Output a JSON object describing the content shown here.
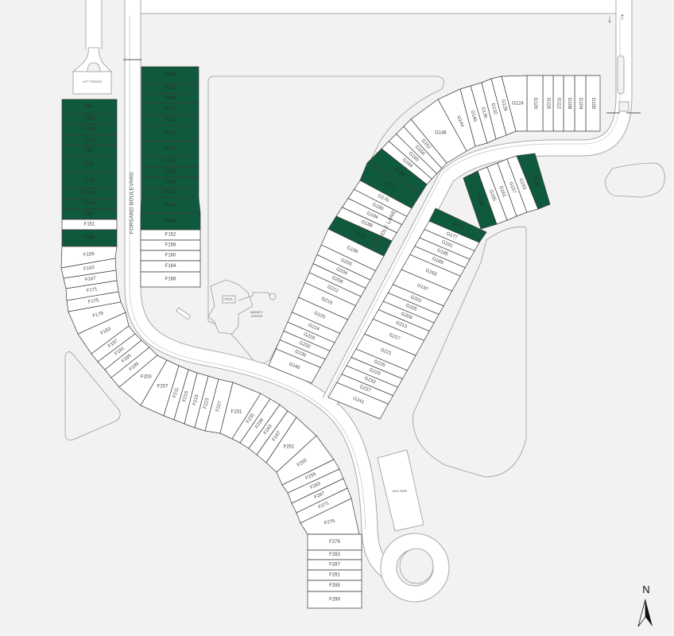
{
  "colors": {
    "sold": "#0f5a3c",
    "available": "#ffffff",
    "background": "#f2f2f2",
    "road": "#ffffff"
  },
  "labels": {
    "forsand": "FORSAND BOULEVARD",
    "girasole": "GIRASOLE LANE",
    "lift_station": "LIFT STATION",
    "amenity_1": "AMENITY",
    "amenity_2": "CENTER",
    "pool": "POOL",
    "dog_park": "DOG PARK",
    "north": "N",
    "arrow_down": "↓",
    "arrow_up": "↑"
  },
  "lots": {
    "f_west": [
      {
        "id": "F111",
        "status": "sold"
      },
      {
        "id": "F115",
        "status": "sold"
      },
      {
        "id": "F119",
        "status": "sold"
      },
      {
        "id": "F123",
        "status": "sold"
      },
      {
        "id": "F127",
        "status": "sold"
      },
      {
        "id": "F131",
        "status": "sold"
      },
      {
        "id": "F135",
        "status": "sold"
      },
      {
        "id": "F139",
        "status": "sold"
      },
      {
        "id": "F143",
        "status": "sold"
      },
      {
        "id": "F147",
        "status": "sold"
      },
      {
        "id": "F151",
        "status": "available"
      },
      {
        "id": "F155",
        "status": "sold"
      }
    ],
    "f_east": [
      {
        "id": "F100",
        "status": "sold"
      },
      {
        "id": "F104",
        "status": "sold"
      },
      {
        "id": "F108",
        "status": "sold"
      },
      {
        "id": "F112",
        "status": "sold"
      },
      {
        "id": "F116",
        "status": "sold"
      },
      {
        "id": "F120",
        "status": "sold"
      },
      {
        "id": "F124",
        "status": "sold"
      },
      {
        "id": "F128",
        "status": "sold"
      },
      {
        "id": "F132",
        "status": "sold"
      },
      {
        "id": "F136",
        "status": "sold"
      },
      {
        "id": "F140",
        "status": "sold"
      },
      {
        "id": "F144",
        "status": "sold"
      },
      {
        "id": "F148",
        "status": "sold"
      },
      {
        "id": "F152",
        "status": "available"
      },
      {
        "id": "F156",
        "status": "available"
      },
      {
        "id": "F160",
        "status": "available"
      },
      {
        "id": "F164",
        "status": "available"
      },
      {
        "id": "F168",
        "status": "available"
      }
    ],
    "f_curve": [
      {
        "id": "F159",
        "status": "available"
      },
      {
        "id": "F163",
        "status": "available"
      },
      {
        "id": "F167",
        "status": "available"
      },
      {
        "id": "F171",
        "status": "available"
      },
      {
        "id": "F175",
        "status": "available"
      },
      {
        "id": "F179",
        "status": "available"
      },
      {
        "id": "F183",
        "status": "available"
      },
      {
        "id": "F187",
        "status": "available"
      },
      {
        "id": "F191",
        "status": "available"
      },
      {
        "id": "F195",
        "status": "available"
      },
      {
        "id": "F199",
        "status": "available"
      },
      {
        "id": "F203",
        "status": "available"
      },
      {
        "id": "F207",
        "status": "available"
      },
      {
        "id": "F211",
        "status": "available"
      },
      {
        "id": "F215",
        "status": "available"
      },
      {
        "id": "F219",
        "status": "available"
      },
      {
        "id": "F223",
        "status": "available"
      },
      {
        "id": "F227",
        "status": "available"
      },
      {
        "id": "F231",
        "status": "available"
      },
      {
        "id": "F235",
        "status": "available"
      },
      {
        "id": "F239",
        "status": "available"
      },
      {
        "id": "F243",
        "status": "available"
      },
      {
        "id": "F247",
        "status": "available"
      },
      {
        "id": "F251",
        "status": "available"
      },
      {
        "id": "F255",
        "status": "available"
      },
      {
        "id": "F259",
        "status": "available"
      },
      {
        "id": "F263",
        "status": "available"
      },
      {
        "id": "F267",
        "status": "available"
      },
      {
        "id": "F271",
        "status": "available"
      },
      {
        "id": "F275",
        "status": "available"
      }
    ],
    "f_south": [
      {
        "id": "F279",
        "status": "available"
      },
      {
        "id": "F283",
        "status": "available"
      },
      {
        "id": "F287",
        "status": "available"
      },
      {
        "id": "F291",
        "status": "available"
      },
      {
        "id": "F295",
        "status": "available"
      },
      {
        "id": "F299",
        "status": "available"
      }
    ],
    "g_north": [
      {
        "id": "G100",
        "status": "available"
      },
      {
        "id": "G104",
        "status": "available"
      },
      {
        "id": "G108",
        "status": "available"
      },
      {
        "id": "G112",
        "status": "available"
      },
      {
        "id": "G116",
        "status": "available"
      },
      {
        "id": "G120",
        "status": "available"
      },
      {
        "id": "G124",
        "status": "available"
      },
      {
        "id": "G128",
        "status": "available"
      },
      {
        "id": "G132",
        "status": "available"
      },
      {
        "id": "G136",
        "status": "available"
      },
      {
        "id": "G140",
        "status": "available"
      },
      {
        "id": "G144",
        "status": "available"
      },
      {
        "id": "G148",
        "status": "available"
      },
      {
        "id": "G152",
        "status": "available"
      },
      {
        "id": "G156",
        "status": "available"
      },
      {
        "id": "G160",
        "status": "available"
      },
      {
        "id": "G164",
        "status": "available"
      }
    ],
    "g_west": [
      {
        "id": "G168",
        "status": "sold"
      },
      {
        "id": "G172",
        "status": "sold"
      },
      {
        "id": "G176",
        "status": "available"
      },
      {
        "id": "G180",
        "status": "available"
      },
      {
        "id": "G184",
        "status": "available"
      },
      {
        "id": "G188",
        "status": "available"
      },
      {
        "id": "G192",
        "status": "sold"
      },
      {
        "id": "G196",
        "status": "available"
      },
      {
        "id": "G200",
        "status": "available"
      },
      {
        "id": "G204",
        "status": "available"
      },
      {
        "id": "G208",
        "status": "available"
      },
      {
        "id": "G212",
        "status": "available"
      },
      {
        "id": "G216",
        "status": "available"
      },
      {
        "id": "G220",
        "status": "available"
      },
      {
        "id": "G224",
        "status": "available"
      },
      {
        "id": "G228",
        "status": "available"
      },
      {
        "id": "G232",
        "status": "available"
      },
      {
        "id": "G236",
        "status": "available"
      },
      {
        "id": "G240",
        "status": "available"
      }
    ],
    "g_east": [
      {
        "id": "G173",
        "status": "sold"
      },
      {
        "id": "G177",
        "status": "available"
      },
      {
        "id": "G181",
        "status": "available"
      },
      {
        "id": "G185",
        "status": "available"
      },
      {
        "id": "G189",
        "status": "available"
      },
      {
        "id": "G193",
        "status": "available"
      },
      {
        "id": "G197",
        "status": "available"
      },
      {
        "id": "G201",
        "status": "available"
      },
      {
        "id": "G205",
        "status": "available"
      },
      {
        "id": "G209",
        "status": "available"
      },
      {
        "id": "G213",
        "status": "available"
      },
      {
        "id": "G217",
        "status": "available"
      },
      {
        "id": "G221",
        "status": "available"
      },
      {
        "id": "G225",
        "status": "available"
      },
      {
        "id": "G229",
        "status": "available"
      },
      {
        "id": "G233",
        "status": "available"
      },
      {
        "id": "G237",
        "status": "available"
      },
      {
        "id": "G241",
        "status": "available"
      }
    ],
    "g_pocket": [
      {
        "id": "G169",
        "status": "sold"
      },
      {
        "id": "G165",
        "status": "available"
      },
      {
        "id": "G161",
        "status": "available"
      },
      {
        "id": "G157",
        "status": "available"
      },
      {
        "id": "G153",
        "status": "available"
      },
      {
        "id": "G149",
        "status": "sold"
      }
    ]
  }
}
